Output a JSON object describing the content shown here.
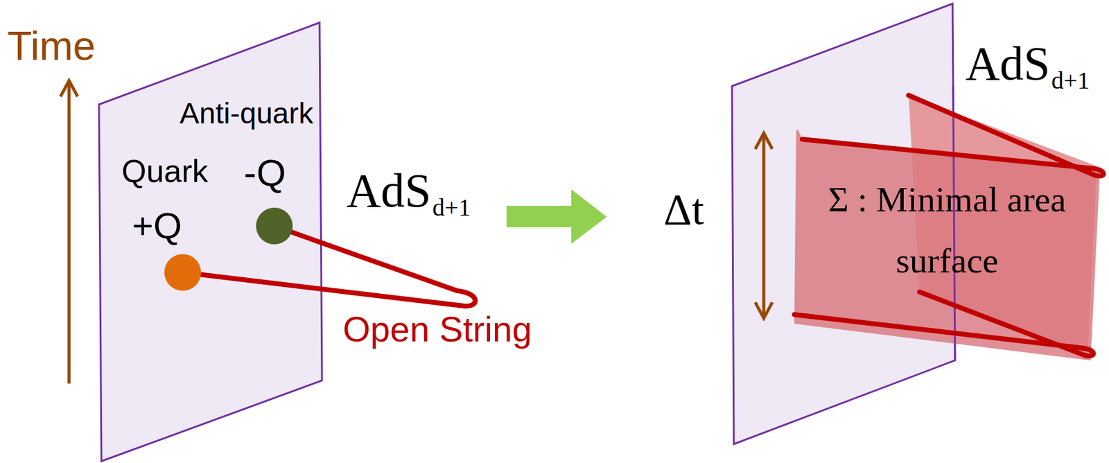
{
  "diagram": {
    "nodes": [
      {
        "text": [
          "Quark",
          "+Q"
        ]
      },
      {
        "text": [
          "Anti-quark",
          "-Q"
        ]
      },
      {
        "text": [
          "Σ : Minimal area surface"
        ]
      }
    ],
    "edges": [
      {
        "from": 0,
        "to": 1,
        "arrow": "none",
        "label": "Open String"
      }
    ],
    "labels": [
      "Time",
      "AdS",
      "d+1",
      "Δt",
      "AdS",
      "d+1"
    ]
  }
}
